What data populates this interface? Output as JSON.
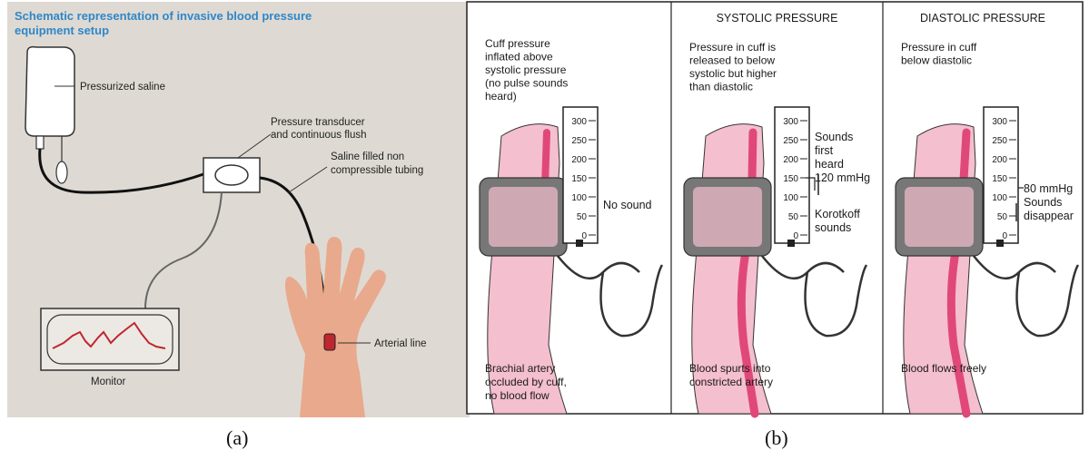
{
  "panel_a": {
    "title_line1": "Schematic representation of invasive blood pressure",
    "title_line2": "equipment setup",
    "labels": {
      "saline": "Pressurized saline",
      "transducer_line1": "Pressure transducer",
      "transducer_line2": "and continuous flush",
      "tubing_line1": "Saline filled non",
      "tubing_line2": "compressible tubing",
      "arterial": "Arterial line",
      "monitor": "Monitor"
    },
    "caption": "(a)"
  },
  "panel_b": {
    "caption": "(b)",
    "scale_ticks": [
      "300",
      "250",
      "200",
      "150",
      "100",
      "50",
      "0"
    ],
    "col1": {
      "heading": "",
      "top": [
        "Cuff pressure",
        "inflated above",
        "systolic pressure",
        "(no pulse sounds",
        "heard)"
      ],
      "side": [
        "No sound"
      ],
      "bottom": [
        "Brachial artery",
        "occluded by cuff,",
        "no blood flow"
      ]
    },
    "col2": {
      "heading": "SYSTOLIC PRESSURE",
      "top": [
        "Pressure in cuff is",
        "released to below",
        "systolic but higher",
        "than diastolic"
      ],
      "side": [
        "Sounds",
        "first",
        "heard",
        "120 mmHg"
      ],
      "side2": [
        "Korotkoff",
        "sounds"
      ],
      "bottom": [
        "Blood spurts into",
        "constricted artery"
      ]
    },
    "col3": {
      "heading": "DIASTOLIC PRESSURE",
      "top": [
        "Pressure in cuff",
        "below diastolic"
      ],
      "side": [
        "80 mmHg",
        "Sounds",
        "disappear"
      ],
      "bottom": [
        "Blood flows freely"
      ]
    }
  },
  "colors": {
    "panel_a_bg": "#dedad3",
    "title_blue": "#2f87c8",
    "waveform": "#c0262f",
    "hand": "#e9a98c",
    "arm_pink": "#f4bfce",
    "artery": "#e0487a",
    "cuff_gray": "#777777"
  }
}
